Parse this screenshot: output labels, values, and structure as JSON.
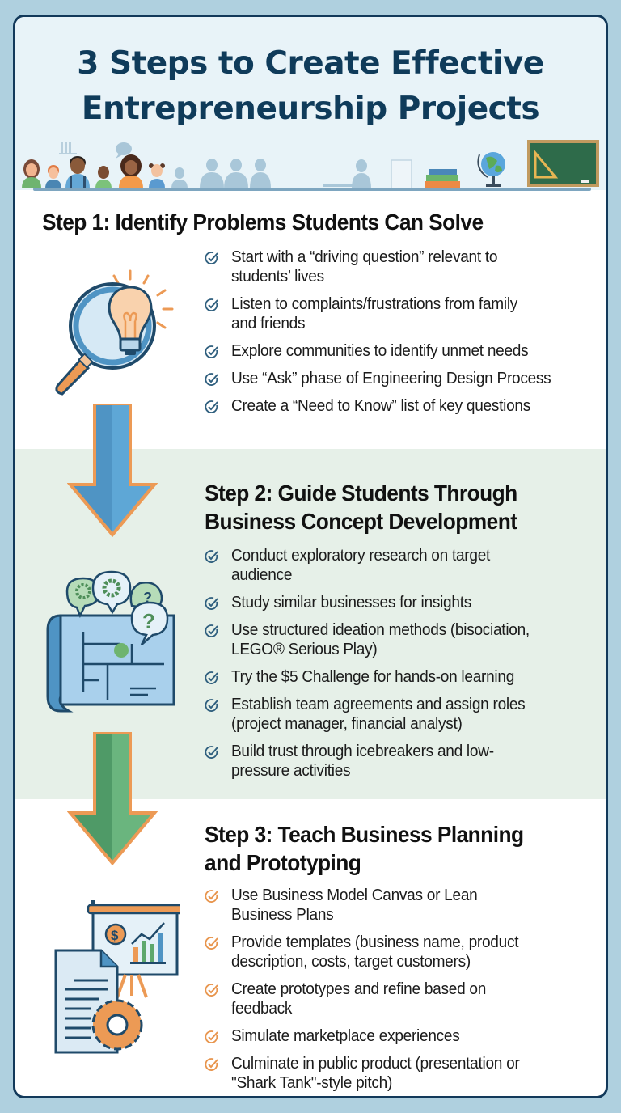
{
  "header": {
    "title_line1": "3 Steps to Create Effective",
    "title_line2": "Entrepreneurship Projects",
    "illustration": "classroom-students-banner-icon"
  },
  "colors": {
    "page_bg": "#afd0df",
    "card_border": "#12395a",
    "title": "#0f3b5a",
    "header_bg": "#e8f3f8",
    "step2_bg": "#e6f0e8",
    "check_blue": "#2f5f7e",
    "check_orange": "#e8954d",
    "arrow_blue": "#4f94c4",
    "arrow_green": "#5faa74",
    "arrow_outline": "#ec9a55"
  },
  "steps": [
    {
      "heading_line1": "Step 1: Identify Problems Students Can Solve",
      "icon": "magnifier-lightbulb-icon",
      "check_icon": "check-circle-icon",
      "bullets": [
        {
          "line1": "Start with a “driving question” relevant to",
          "line2": "students’ lives"
        },
        {
          "line1": "Listen to complaints/frustrations from family",
          "line2": "and friends"
        },
        {
          "line1": "Explore communities to identify unmet needs",
          "line2": ""
        },
        {
          "line1": "Use “Ask” phase of Engineering Design Process",
          "line2": ""
        },
        {
          "line1": "Create a “Need to Know” list of key questions",
          "line2": ""
        }
      ]
    },
    {
      "heading_line1": "Step 2: Guide Students Through",
      "heading_line2": "Business Concept Development",
      "icon": "blueprint-speech-bubbles-icon",
      "check_icon": "check-circle-icon",
      "bullets": [
        {
          "line1": "Conduct exploratory research on target",
          "line2": "audience"
        },
        {
          "line1": "Study similar businesses for insights",
          "line2": ""
        },
        {
          "line1": "Use structured ideation methods (bisociation,",
          "line2": "LEGO® Serious Play)"
        },
        {
          "line1": "Try the $5 Challenge for hands-on learning",
          "line2": ""
        },
        {
          "line1": "Establish team agreements and assign roles",
          "line2": "(project manager, financial analyst)"
        },
        {
          "line1": "Build trust through icebreakers and low-",
          "line2": "pressure activities"
        }
      ]
    },
    {
      "heading_line1": "Step 3: Teach Business Planning",
      "heading_line2": "and Prototyping",
      "icon": "document-gear-presentation-icon",
      "check_icon": "check-circle-icon",
      "bullets": [
        {
          "line1": "Use Business Model Canvas or Lean",
          "line2": "Business Plans"
        },
        {
          "line1": "Provide templates (business name, product",
          "line2": "description, costs, target customers)"
        },
        {
          "line1": "Create prototypes and refine based on",
          "line2": "feedback"
        },
        {
          "line1": "Simulate marketplace experiences",
          "line2": ""
        },
        {
          "line1": "Culminate in public product (presentation or",
          "line2": "\"Shark Tank\"-style pitch)"
        }
      ]
    }
  ],
  "arrows": [
    {
      "name": "down-arrow-blue-icon"
    },
    {
      "name": "down-arrow-green-icon"
    }
  ]
}
